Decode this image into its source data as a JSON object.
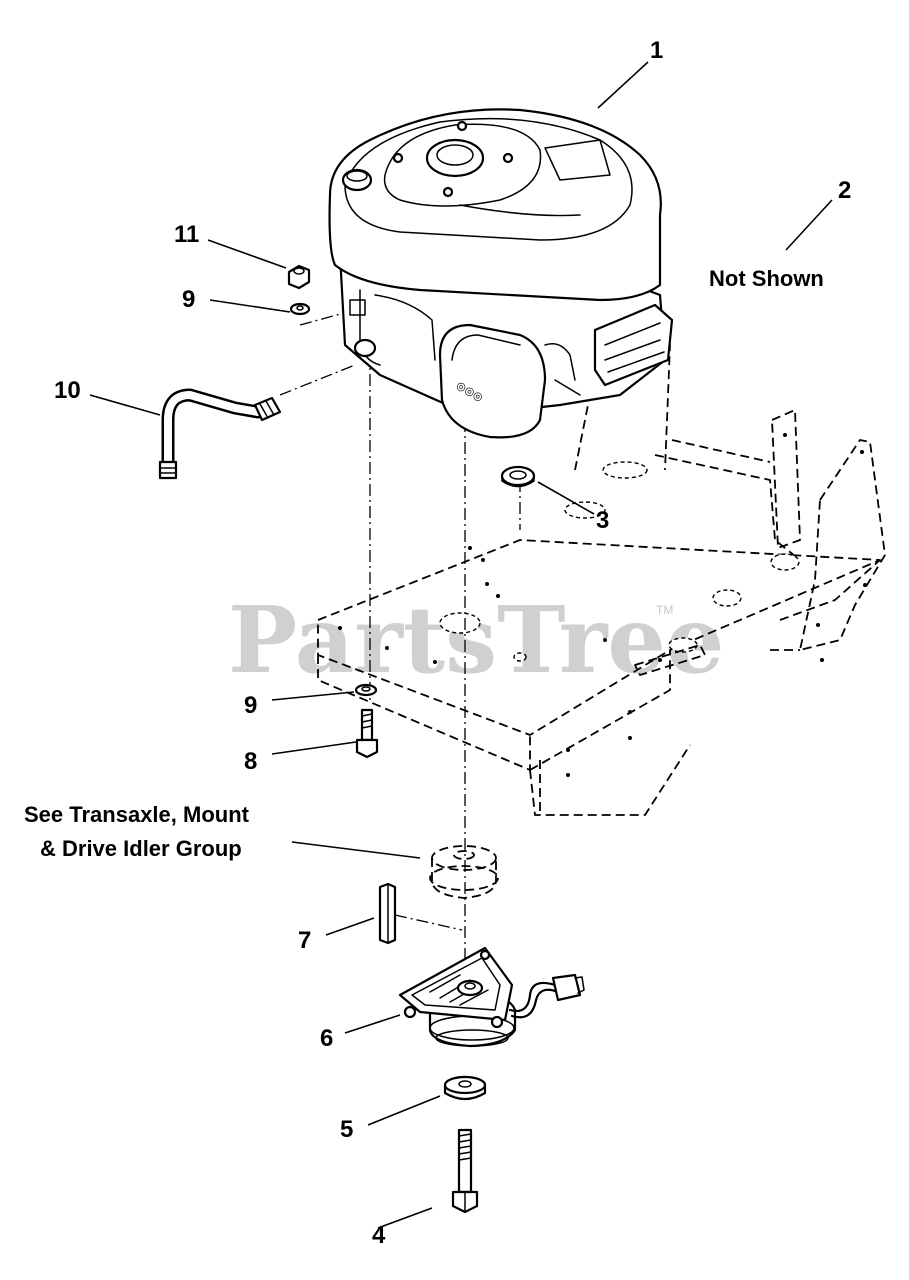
{
  "watermark": {
    "text": "PartsTree",
    "trademark": "TM"
  },
  "notes": {
    "not_shown": "Not Shown",
    "see_group_line1": "See Transaxle, Mount",
    "see_group_line2": "& Drive Idler Group"
  },
  "callouts": [
    {
      "id": "c1",
      "label": "1"
    },
    {
      "id": "c2",
      "label": "2"
    },
    {
      "id": "c3",
      "label": "3"
    },
    {
      "id": "c4",
      "label": "4"
    },
    {
      "id": "c5",
      "label": "5"
    },
    {
      "id": "c6",
      "label": "6"
    },
    {
      "id": "c7",
      "label": "7"
    },
    {
      "id": "c8",
      "label": "8"
    },
    {
      "id": "c9a",
      "label": "9"
    },
    {
      "id": "c9b",
      "label": "9"
    },
    {
      "id": "c10",
      "label": "10"
    },
    {
      "id": "c11",
      "label": "11"
    }
  ]
}
